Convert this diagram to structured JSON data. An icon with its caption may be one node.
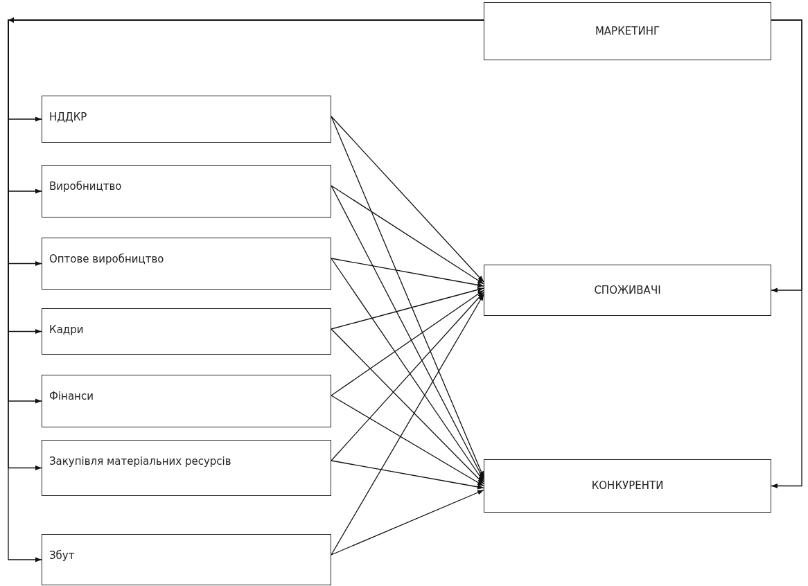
{
  "diagram": {
    "nodes": [
      {
        "text": [
          "МАРКЕТИНГ"
        ]
      },
      {
        "text": [
          "НДДКР"
        ]
      },
      {
        "text": [
          "Виробництво"
        ]
      },
      {
        "text": [
          "Оптове виробництво"
        ]
      },
      {
        "text": [
          "Кадри"
        ]
      },
      {
        "text": [
          "Фінанси"
        ]
      },
      {
        "text": [
          "Закупівля матеріальних ресурсів"
        ]
      },
      {
        "text": [
          "Збут"
        ]
      },
      {
        "text": [
          "СПОЖИВАЧІ"
        ]
      },
      {
        "text": [
          "КОНКУРЕНТИ"
        ]
      }
    ],
    "edges": [
      {
        "from": 0,
        "to": 1,
        "arrow": "to"
      },
      {
        "from": 0,
        "to": 2,
        "arrow": "to"
      },
      {
        "from": 0,
        "to": 3,
        "arrow": "to"
      },
      {
        "from": 0,
        "to": 4,
        "arrow": "to"
      },
      {
        "from": 0,
        "to": 5,
        "arrow": "to"
      },
      {
        "from": 0,
        "to": 6,
        "arrow": "to"
      },
      {
        "from": 0,
        "to": 7,
        "arrow": "to"
      },
      {
        "from": 0,
        "to": 8,
        "arrow": "to"
      },
      {
        "from": 0,
        "to": 9,
        "arrow": "to"
      },
      {
        "from": 1,
        "to": 8,
        "arrow": "to"
      },
      {
        "from": 1,
        "to": 9,
        "arrow": "to"
      },
      {
        "from": 2,
        "to": 8,
        "arrow": "to"
      },
      {
        "from": 2,
        "to": 9,
        "arrow": "to"
      },
      {
        "from": 3,
        "to": 8,
        "arrow": "to"
      },
      {
        "from": 3,
        "to": 9,
        "arrow": "to"
      },
      {
        "from": 4,
        "to": 8,
        "arrow": "to"
      },
      {
        "from": 4,
        "to": 9,
        "arrow": "to"
      },
      {
        "from": 5,
        "to": 8,
        "arrow": "to"
      },
      {
        "from": 5,
        "to": 9,
        "arrow": "to"
      },
      {
        "from": 6,
        "to": 8,
        "arrow": "to"
      },
      {
        "from": 6,
        "to": 9,
        "arrow": "to"
      },
      {
        "from": 7,
        "to": 8,
        "arrow": "to"
      },
      {
        "from": 7,
        "to": 9,
        "arrow": "to"
      }
    ]
  }
}
